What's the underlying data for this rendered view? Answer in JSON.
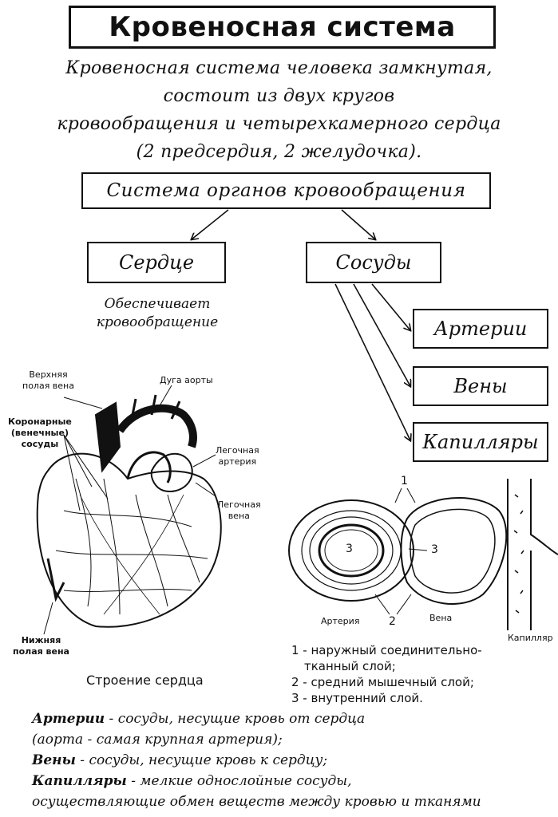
{
  "title": "Кровеносная система",
  "intro": [
    "Кровеносная система человека замкнутая,",
    "состоит из двух кругов",
    "кровообращения и четырехкамерного сердца",
    "(2 предсердия, 2 желудочка)."
  ],
  "diagram": {
    "root": "Система органов кровообращения",
    "heart": "Сердце",
    "heart_caption": [
      "Обеспечивает",
      "кровообращение"
    ],
    "vessels": "Сосуды",
    "arteries": "Артерии",
    "veins": "Вены",
    "capillaries": "Капилляры"
  },
  "heart_figure": {
    "labels": {
      "superior_vena_cava": [
        "Верхняя",
        "полая вена"
      ],
      "aortic_arch": "Дуга аорты",
      "coronary_vessels": [
        "Коронарные",
        "(венечные)",
        "сосуды"
      ],
      "pulmonary_artery": [
        "Легочная",
        "артерия"
      ],
      "pulmonary_vein": [
        "Легочная",
        "вена"
      ],
      "inferior_vena_cava": [
        "Нижняя",
        "полая вена"
      ]
    },
    "caption": "Строение сердца"
  },
  "vessel_figure": {
    "marker_1": "1",
    "marker_2": "2",
    "marker_3": "3",
    "artery_label": "Артерия",
    "vein_label": "Вена",
    "capillary_label": "Капилляр",
    "layers": [
      "1 - наружный соединительно-",
      "тканный слой;",
      "2 - средний мышечный слой;",
      "3 - внутренний слой."
    ]
  },
  "definitions": [
    {
      "term": "Артерии",
      "text": " - сосуды, несущие кровь от сердца"
    },
    {
      "term": "",
      "text": "(аорта - самая крупная артерия);"
    },
    {
      "term": "Вены",
      "text": " - сосуды, несущие кровь к сердцу;"
    },
    {
      "term": "Капилляры",
      "text": " - мелкие однослойные сосуды,"
    },
    {
      "term": "",
      "text": "осуществляющие обмен веществ между кровью и тканями"
    }
  ]
}
